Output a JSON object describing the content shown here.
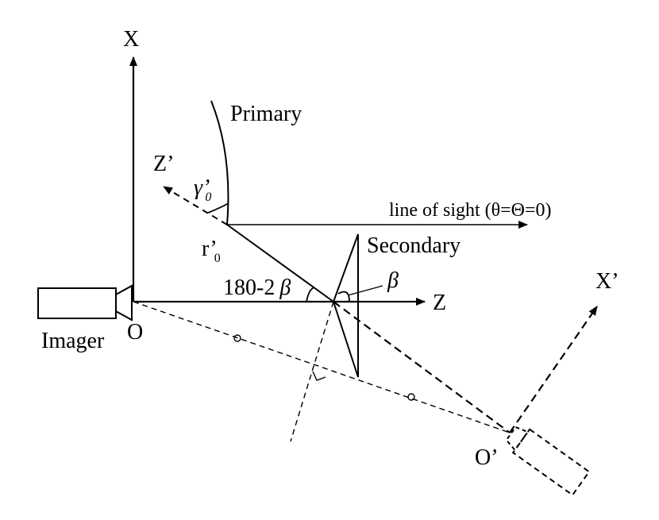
{
  "labels": {
    "axis_x": "X",
    "axis_z": "Z",
    "axis_z_prime": "Z’",
    "axis_x_prime": "X’",
    "origin": "O",
    "origin_prime": "O’",
    "imager": "Imager",
    "primary": "Primary",
    "secondary": "Secondary",
    "line_of_sight": "line of sight (θ=Θ=0)",
    "angle_180_2beta": "180-2",
    "beta": "β",
    "gamma0_prime": "γ’",
    "gamma0_sub": "0",
    "r0_prime": "r’",
    "r0_sub": "0"
  }
}
